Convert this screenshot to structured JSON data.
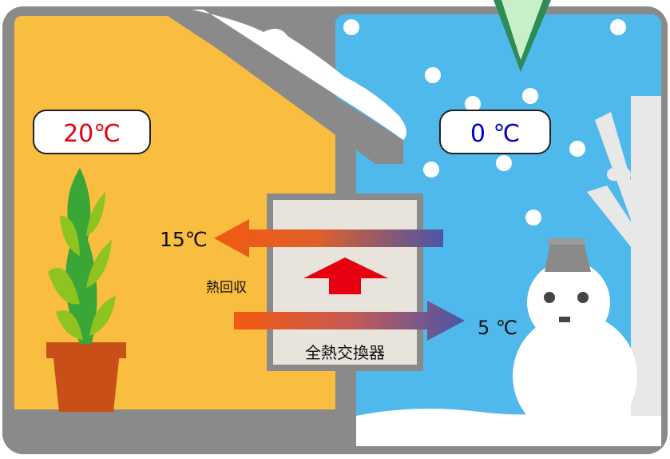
{
  "indoor": {
    "temperature": "20℃",
    "temperature_color": "#e60012"
  },
  "outdoor": {
    "temperature": "0 ℃",
    "temperature_color": "#0000cc"
  },
  "supply_air": {
    "temperature": "15℃"
  },
  "exhaust_air": {
    "temperature": "5 ℃"
  },
  "heat_recovery_label": "熱回収",
  "exchanger_label": "全熱交換器",
  "colors": {
    "frame": "#8a8a8a",
    "indoor_wall": "#f9bd40",
    "sky": "#4fb9eb",
    "snow": "#ffffff",
    "exchanger": "#e8e3db",
    "arrow_warm": "#f25a0f",
    "arrow_cool": "#5a4f9a",
    "recovery_arrow": "#e60012",
    "icicle": "#c8f0c8"
  }
}
